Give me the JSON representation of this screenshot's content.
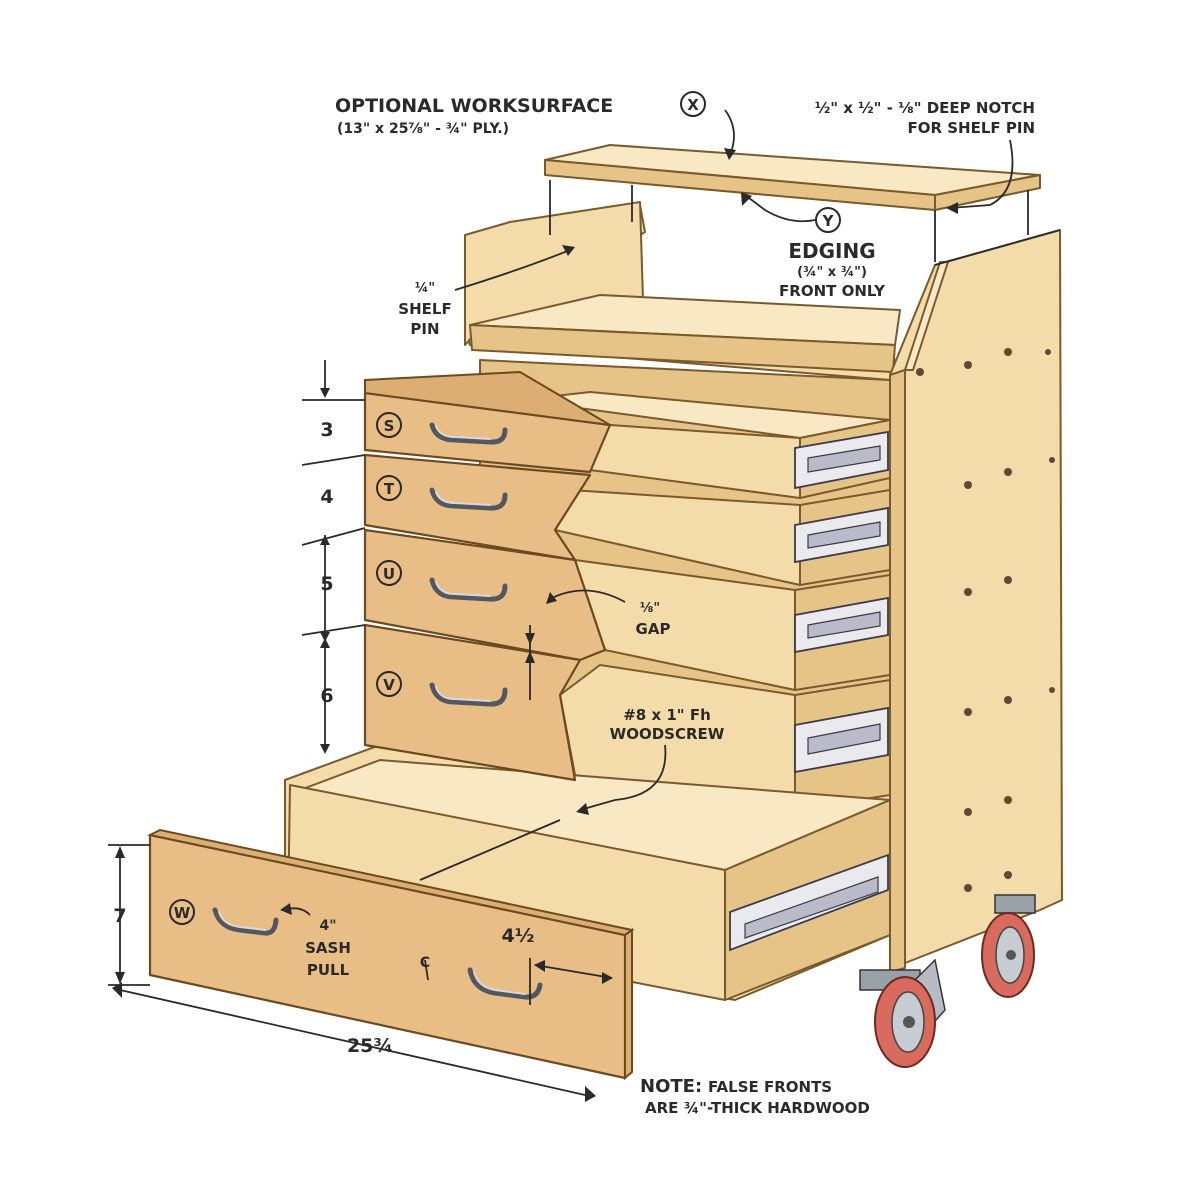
{
  "labels": {
    "worksurface_title": "OPTIONAL WORKSURFACE",
    "worksurface_part": "X",
    "worksurface_dims": "(13\" x 25⅞\" - ¾\" PLY.)",
    "notch_line1": "½\" x ½\" - ⅛\" DEEP NOTCH",
    "notch_line2": "FOR SHELF PIN",
    "edging_part": "Y",
    "edging_title": "EDGING",
    "edging_dims": "(¾\" x ¾\")",
    "edging_note": "FRONT ONLY",
    "shelf_pin_1": "¼\"",
    "shelf_pin_2": "SHELF",
    "shelf_pin_3": "PIN",
    "gap_1": "⅛\"",
    "gap_2": "GAP",
    "screw_1": "#8 x 1\" Fh",
    "screw_2": "WOODSCREW",
    "sash_1": "4\"",
    "sash_2": "SASH",
    "sash_3": "PULL",
    "note_bold": "NOTE:",
    "note_rest": " FALSE FRONTS",
    "note_line2": "ARE ¾\"-THICK HARDWOOD"
  },
  "drawers": [
    {
      "part": "S",
      "height": "3"
    },
    {
      "part": "T",
      "height": "4"
    },
    {
      "part": "U",
      "height": "5"
    },
    {
      "part": "V",
      "height": "6"
    },
    {
      "part": "W",
      "height": "7"
    }
  ],
  "dimensions": {
    "width": "25¾",
    "pull_offset": "4½",
    "centerline": "C"
  }
}
